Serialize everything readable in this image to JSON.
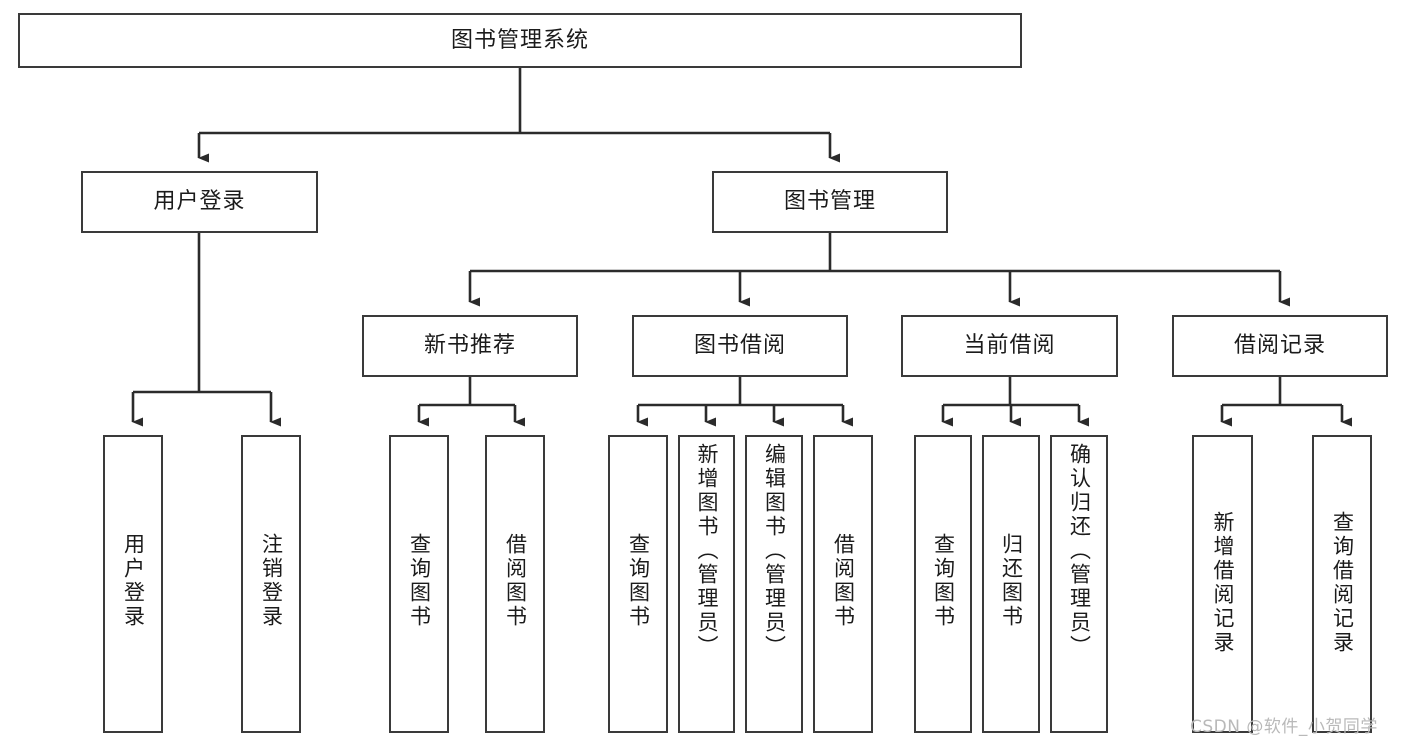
{
  "diagram": {
    "title": "图书管理系统",
    "type": "tree-hierarchy-diagram",
    "colors": {
      "box_border": "#3a3a3a",
      "box_fill": "#ffffff",
      "text": "#1b1b1b",
      "edge": "#2b2b2b",
      "watermark": "#b9b9b9"
    },
    "root": {
      "label": "图书管理系统"
    },
    "level2": [
      {
        "label": "用户登录"
      },
      {
        "label": "图书管理"
      }
    ],
    "level3": [
      {
        "label": "新书推荐"
      },
      {
        "label": "图书借阅"
      },
      {
        "label": "当前借阅"
      },
      {
        "label": "借阅记录"
      }
    ],
    "leaves": [
      {
        "label": "用户登录",
        "parent": "用户登录"
      },
      {
        "label": "注销登录",
        "parent": "用户登录"
      },
      {
        "label": "查询图书",
        "parent": "新书推荐"
      },
      {
        "label": "借阅图书",
        "parent": "新书推荐"
      },
      {
        "label": "查询图书",
        "parent": "图书借阅"
      },
      {
        "label": "新增图书（管理员）",
        "parent": "图书借阅"
      },
      {
        "label": "编辑图书（管理员）",
        "parent": "图书借阅"
      },
      {
        "label": "借阅图书",
        "parent": "图书借阅"
      },
      {
        "label": "查询图书",
        "parent": "当前借阅"
      },
      {
        "label": "归还图书",
        "parent": "当前借阅"
      },
      {
        "label": "确认归还（管理员）",
        "parent": "当前借阅"
      },
      {
        "label": "新增借阅记录",
        "parent": "借阅记录"
      },
      {
        "label": "查询借阅记录",
        "parent": "借阅记录"
      }
    ]
  },
  "watermark": {
    "text": "CSDN @软件_小贺同学"
  }
}
